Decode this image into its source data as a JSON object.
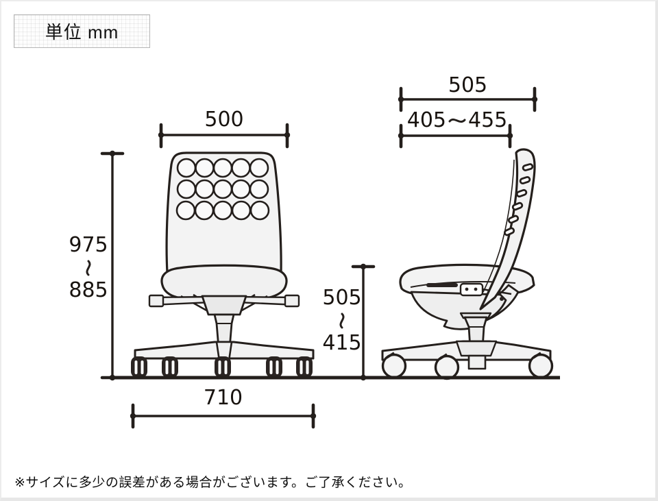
{
  "unit_box": {
    "label": "単位 mm"
  },
  "note": "※サイズに多少の誤差がある場合がございます。ご了承ください。",
  "dimensions": {
    "back_width": {
      "value": "500"
    },
    "overall_height": {
      "from": "975",
      "separator": "〜",
      "to": "885",
      "display": "975〜885"
    },
    "base_width": {
      "value": "710"
    },
    "overall_depth": {
      "value": "505"
    },
    "seat_depth": {
      "from": "405",
      "separator": "〜",
      "to": "455",
      "display": "405〜455"
    },
    "seat_height": {
      "from": "505",
      "separator": "〜",
      "to": "415",
      "display": "505〜415"
    }
  },
  "drawings": {
    "front_view": "office-chair-front-view-line-drawing",
    "side_view": "office-chair-side-view-line-drawing",
    "backrest_holes": {
      "rows": 3,
      "columns": 5
    }
  },
  "colors": {
    "line": "#241f1c",
    "chair_fill": "#f2f2f2",
    "background": "#ffffff",
    "page_border": "#e7e7e7",
    "unit_box_border": "#b5b5b5"
  }
}
